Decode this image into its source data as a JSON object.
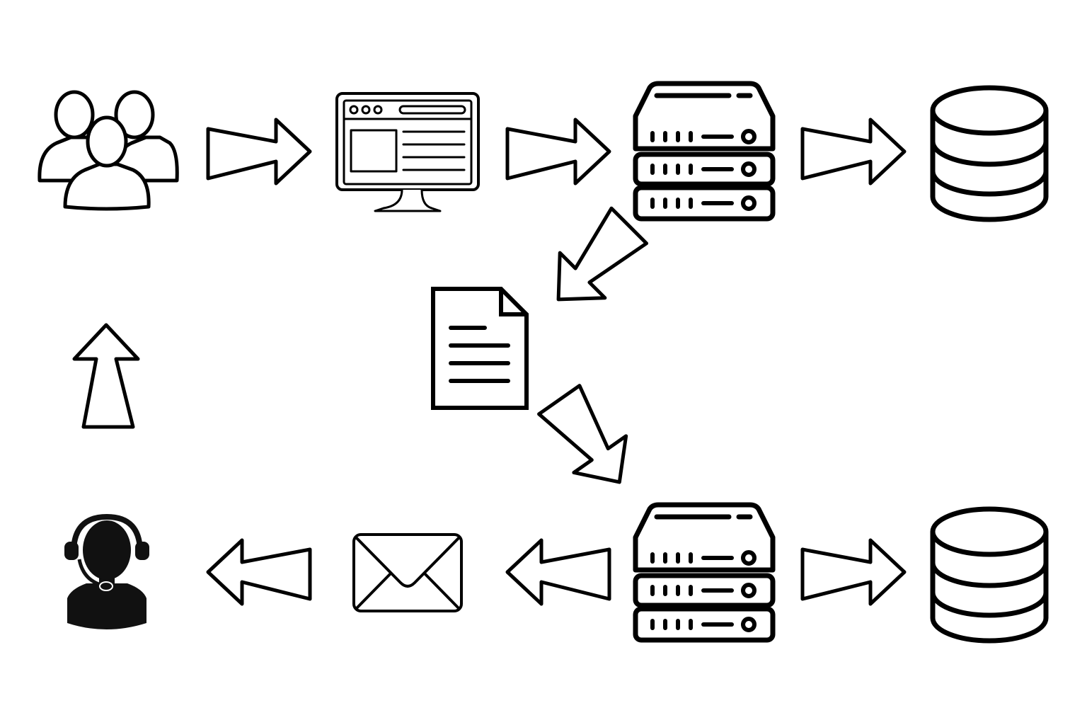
{
  "diagram": {
    "nodes": [
      {
        "id": "users",
        "icon": "users-group-icon"
      },
      {
        "id": "web-app",
        "icon": "browser-monitor-icon"
      },
      {
        "id": "server-primary",
        "icon": "server-rack-icon"
      },
      {
        "id": "database-primary",
        "icon": "database-icon"
      },
      {
        "id": "document",
        "icon": "document-icon"
      },
      {
        "id": "server-secondary",
        "icon": "server-rack-icon"
      },
      {
        "id": "database-secondary",
        "icon": "database-icon"
      },
      {
        "id": "email",
        "icon": "envelope-icon"
      },
      {
        "id": "support-agent",
        "icon": "support-agent-headset-icon"
      }
    ],
    "edges": [
      {
        "from": "users",
        "to": "web-app"
      },
      {
        "from": "web-app",
        "to": "server-primary"
      },
      {
        "from": "server-primary",
        "to": "database-primary"
      },
      {
        "from": "server-primary",
        "to": "document"
      },
      {
        "from": "document",
        "to": "server-secondary"
      },
      {
        "from": "server-secondary",
        "to": "database-secondary"
      },
      {
        "from": "server-secondary",
        "to": "email"
      },
      {
        "from": "email",
        "to": "support-agent"
      },
      {
        "from": "support-agent",
        "to": "users"
      }
    ],
    "colors": {
      "stroke": "#000000",
      "fill": "#ffffff",
      "solid": "#111111"
    }
  }
}
